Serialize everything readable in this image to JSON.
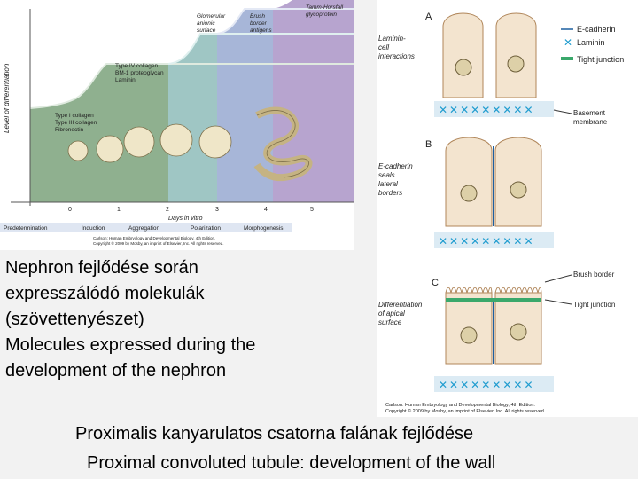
{
  "left_figure": {
    "y_axis_label": "Level of differentiation",
    "x_axis_label": "Days in vitro",
    "x_ticks": [
      "0",
      "1",
      "2",
      "3",
      "4",
      "5"
    ],
    "step_labels": [
      [
        "Type I collagen",
        "Type III collagen",
        "Fibronectin"
      ],
      [
        "Type IV collagen",
        "BM-1 proteoglycan",
        "Laminin"
      ],
      [
        "Glomerular",
        "anionic",
        "surface"
      ],
      [
        "Brush",
        "border",
        "antigens"
      ],
      [
        "Tamm-Horsfall",
        "glycoprotein"
      ]
    ],
    "stages": [
      "Predetermination",
      "Induction",
      "Aggregation",
      "Polarization",
      "Morphogenesis"
    ],
    "credit": [
      "Carlson: Human Embryology and Developmental Biology, 4th Edition.",
      "Copyright © 2009 by Mosby, an imprint of Elsevier, Inc. All rights reserved."
    ],
    "colors": {
      "green": "#8fb08f",
      "teal": "#9fc6c4",
      "blue": "#a7b6d8",
      "purple": "#b7a4cf"
    }
  },
  "right_figure": {
    "panel_letters": [
      "A",
      "B",
      "C"
    ],
    "legend": [
      "E-cadherin",
      "Laminin",
      "Tight junction"
    ],
    "panel_notes": [
      [
        "Laminin-",
        "cell",
        "interactions"
      ],
      [
        "E-cadherin",
        "seals",
        "lateral",
        "borders"
      ],
      [
        "Differentiation",
        "of apical",
        "surface"
      ]
    ],
    "callouts": [
      "Basement",
      "membrane",
      "Brush border",
      "Tight junction"
    ],
    "credit": [
      "Carlson: Human Embryology and Developmental Biology, 4th Edition.",
      "Copyright © 2009 by Mosby, an imprint of Elsevier, Inc. All rights reserved."
    ],
    "colors": {
      "cell": "#f3e4cf",
      "cadherin": "#1c5fa0",
      "laminin": "#1f9ccf",
      "tight": "#3aa86b"
    }
  },
  "caption": {
    "line1": "Nephron fejlődése során",
    "line2": "expresszálódó molekulák",
    "line3": "(szövettenyészet)",
    "line4": "Molecules expressed during the",
    "line5": "development of the nephron"
  },
  "bottom": {
    "hungarian": "Proximalis kanyarulatos csatorna falának fejlődése",
    "english": "Proximal convoluted tubule: development of the wall"
  }
}
